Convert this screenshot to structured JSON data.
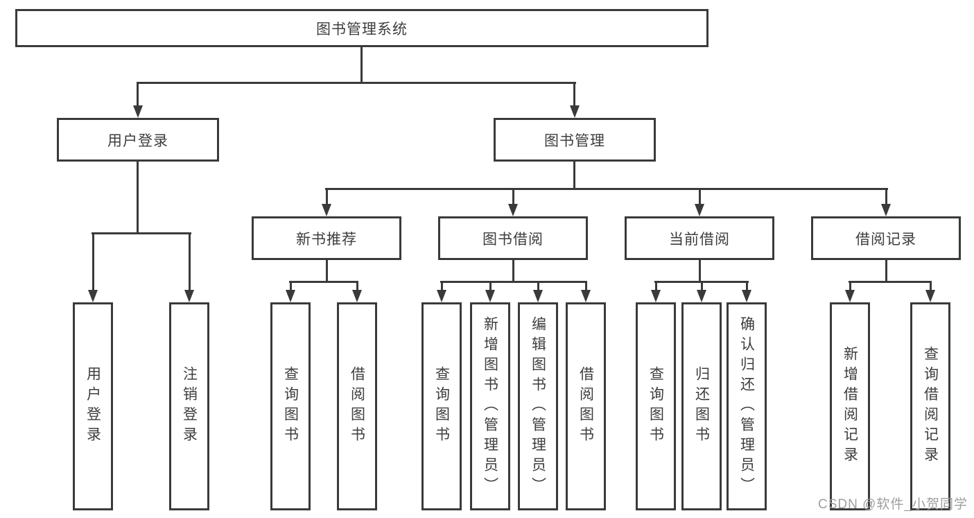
{
  "colors": {
    "line": "#3a3a3a",
    "text": "#3d3d3d",
    "watermark_gray": "#9e9e9e",
    "background": "#ffffff"
  },
  "diagram": {
    "root": "图书管理系统",
    "branches": {
      "user_login": {
        "label": "用户登录",
        "children": [
          "用户登录",
          "注销登录"
        ]
      },
      "book_management": {
        "label": "图书管理",
        "sections": [
          {
            "label": "新书推荐",
            "children": [
              "查询图书",
              "借阅图书"
            ]
          },
          {
            "label": "图书借阅",
            "children": [
              "查询图书",
              "新增图书（管理员）",
              "编辑图书（管理员）",
              "借阅图书"
            ]
          },
          {
            "label": "当前借阅",
            "children": [
              "查询图书",
              "归还图书",
              "确认归还（管理员）"
            ]
          },
          {
            "label": "借阅记录",
            "children": [
              "新增借阅记录",
              "查询借阅记录"
            ]
          }
        ]
      }
    }
  },
  "watermark": "CSDN @软件_小贺同学"
}
